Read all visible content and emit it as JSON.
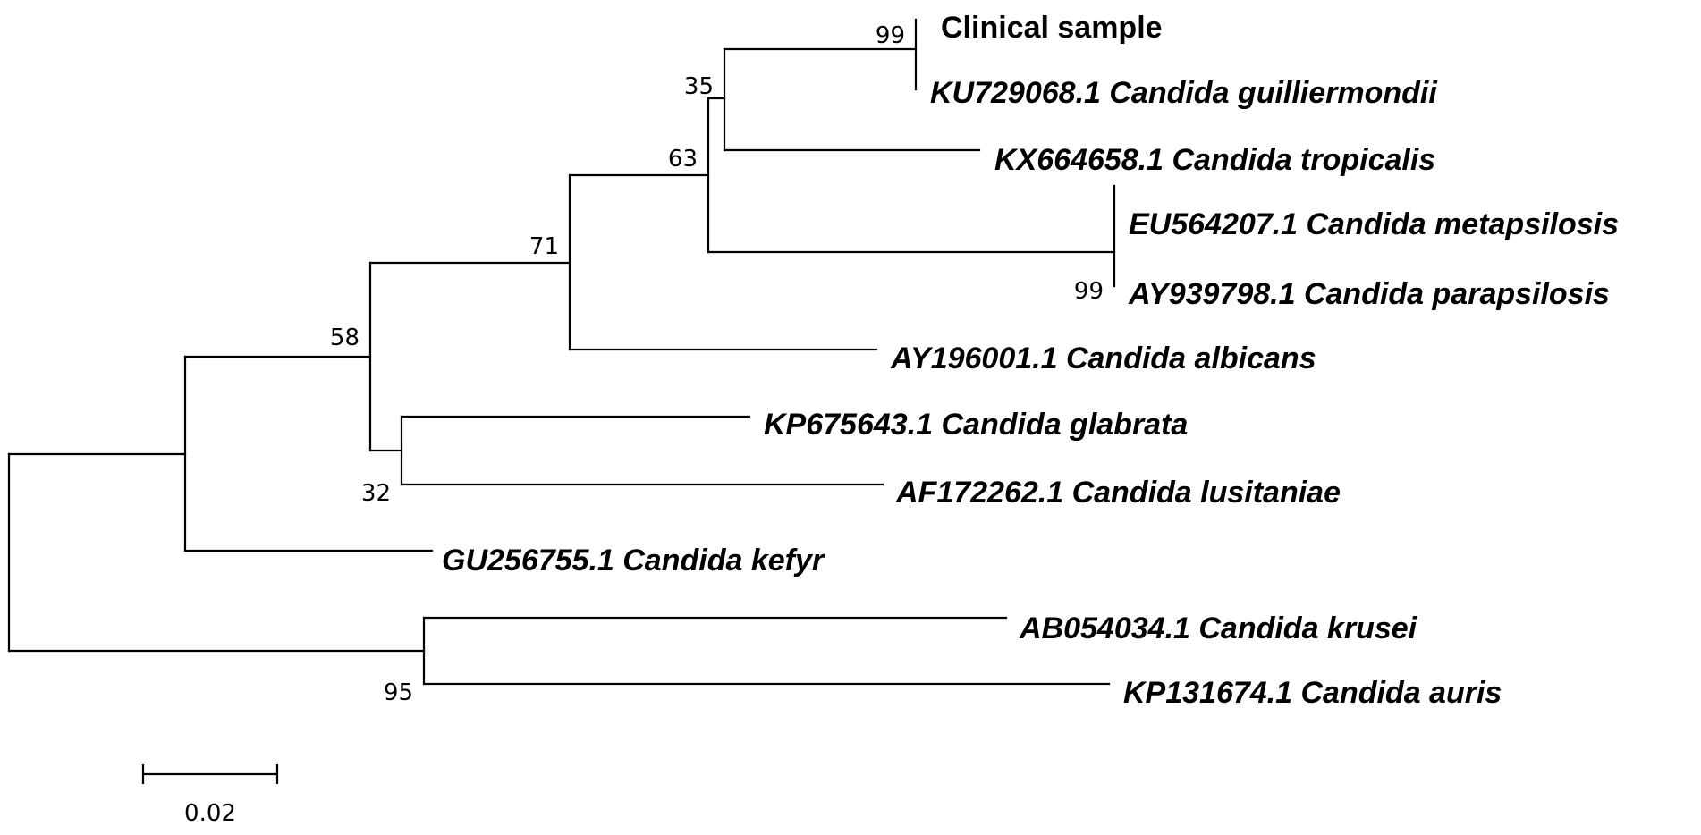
{
  "tree": {
    "leaves": [
      {
        "id": "clinical",
        "label": "Clinical sample",
        "italic": false
      },
      {
        "id": "guilliermondii",
        "label": "KU729068.1 Candida guilliermondii",
        "italic": true
      },
      {
        "id": "tropicalis",
        "label": "KX664658.1 Candida tropicalis",
        "italic": true
      },
      {
        "id": "metapsilosis",
        "label": "EU564207.1 Candida metapsilosis",
        "italic": true
      },
      {
        "id": "parapsilosis",
        "label": "AY939798.1 Candida parapsilosis",
        "italic": true
      },
      {
        "id": "albicans",
        "label": "AY196001.1 Candida albicans",
        "italic": true
      },
      {
        "id": "glabrata",
        "label": "KP675643.1 Candida glabrata",
        "italic": true
      },
      {
        "id": "lusitaniae",
        "label": "AF172262.1 Candida lusitaniae",
        "italic": true
      },
      {
        "id": "kefyr",
        "label": "GU256755.1 Candida kefyr",
        "italic": true
      },
      {
        "id": "krusei",
        "label": "AB054034.1 Candida krusei",
        "italic": true
      },
      {
        "id": "auris",
        "label": "KP131674.1 Candida auris",
        "italic": true
      }
    ],
    "support_values": [
      {
        "node": "clinical-guilliermondii",
        "value": "99"
      },
      {
        "node": "guilliermondii-tropicalis",
        "value": "35"
      },
      {
        "node": "guilliermondii-metapsilosis",
        "value": "63"
      },
      {
        "node": "guilliermondii-albicans",
        "value": "71"
      },
      {
        "node": "guilliermondii-glabrata",
        "value": "58"
      },
      {
        "node": "metapsilosis-parapsilosis",
        "value": "99"
      },
      {
        "node": "glabrata-lusitaniae",
        "value": "32"
      },
      {
        "node": "krusei-auris",
        "value": "95"
      }
    ],
    "scale_bar": {
      "label": "0.02",
      "length": 0.02
    }
  }
}
